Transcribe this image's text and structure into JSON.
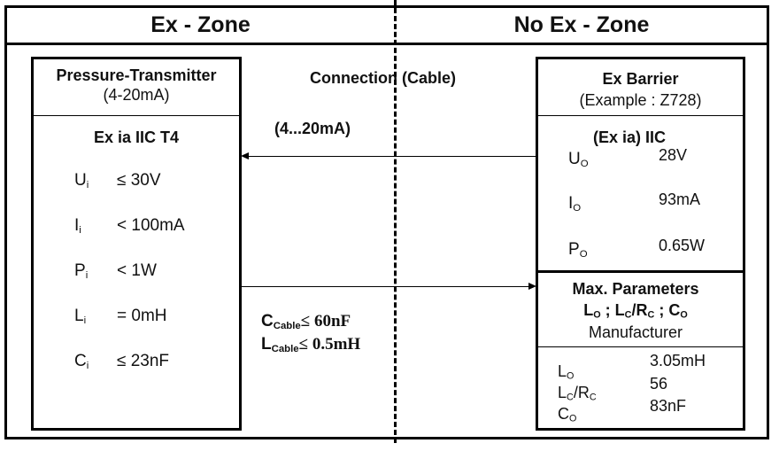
{
  "zones": {
    "left_title": "Ex - Zone",
    "right_title": "No Ex - Zone"
  },
  "transmitter": {
    "title": "Pressure-Transmitter",
    "subtitle": "(4-20mA)",
    "protection": "Ex ia IIC T4",
    "params": [
      {
        "symbol": "U",
        "sub": "i",
        "value": "≤ 30V"
      },
      {
        "symbol": "I",
        "sub": "i",
        "value": "< 100mA"
      },
      {
        "symbol": "P",
        "sub": "i",
        "value": "< 1W"
      },
      {
        "symbol": "L",
        "sub": "i",
        "value": "= 0mH"
      },
      {
        "symbol": "C",
        "sub": "i",
        "value": "≤ 23nF"
      }
    ]
  },
  "connection": {
    "label": "Connection (Cable)",
    "signal": "(4...20mA)",
    "cable_params": [
      {
        "symbol": "C",
        "sub": "Cable",
        "value": "≤ 60nF"
      },
      {
        "symbol": "L",
        "sub": "Cable",
        "value": "≤ 0.5mH"
      }
    ]
  },
  "barrier": {
    "title": "Ex Barrier",
    "subtitle": "(Example : Z728)",
    "protection": "(Ex ia) IIC",
    "params": [
      {
        "symbol": "U",
        "sub": "O",
        "value": "28V"
      },
      {
        "symbol": "I",
        "sub": "O",
        "value": "93mA"
      },
      {
        "symbol": "P",
        "sub": "O",
        "value": "0.65W"
      }
    ],
    "max_title": "Max. Parameters",
    "max_symbols": {
      "a": "L",
      "a_sub": "O",
      "sep1": " ; ",
      "b": "L",
      "b_sub": "C",
      "slash": "/",
      "c": "R",
      "c_sub": "C",
      "sep2": " ; ",
      "d": "C",
      "d_sub": "O"
    },
    "max_source": "Manufacturer",
    "max_params": [
      {
        "symbol": "L",
        "sub": "O",
        "value": "3.05mH"
      },
      {
        "symbol": "L",
        "sub": "C",
        "symbol2": "/R",
        "sub2": "C",
        "value": "56"
      },
      {
        "symbol": "C",
        "sub": "O",
        "value": "83nF"
      }
    ]
  }
}
